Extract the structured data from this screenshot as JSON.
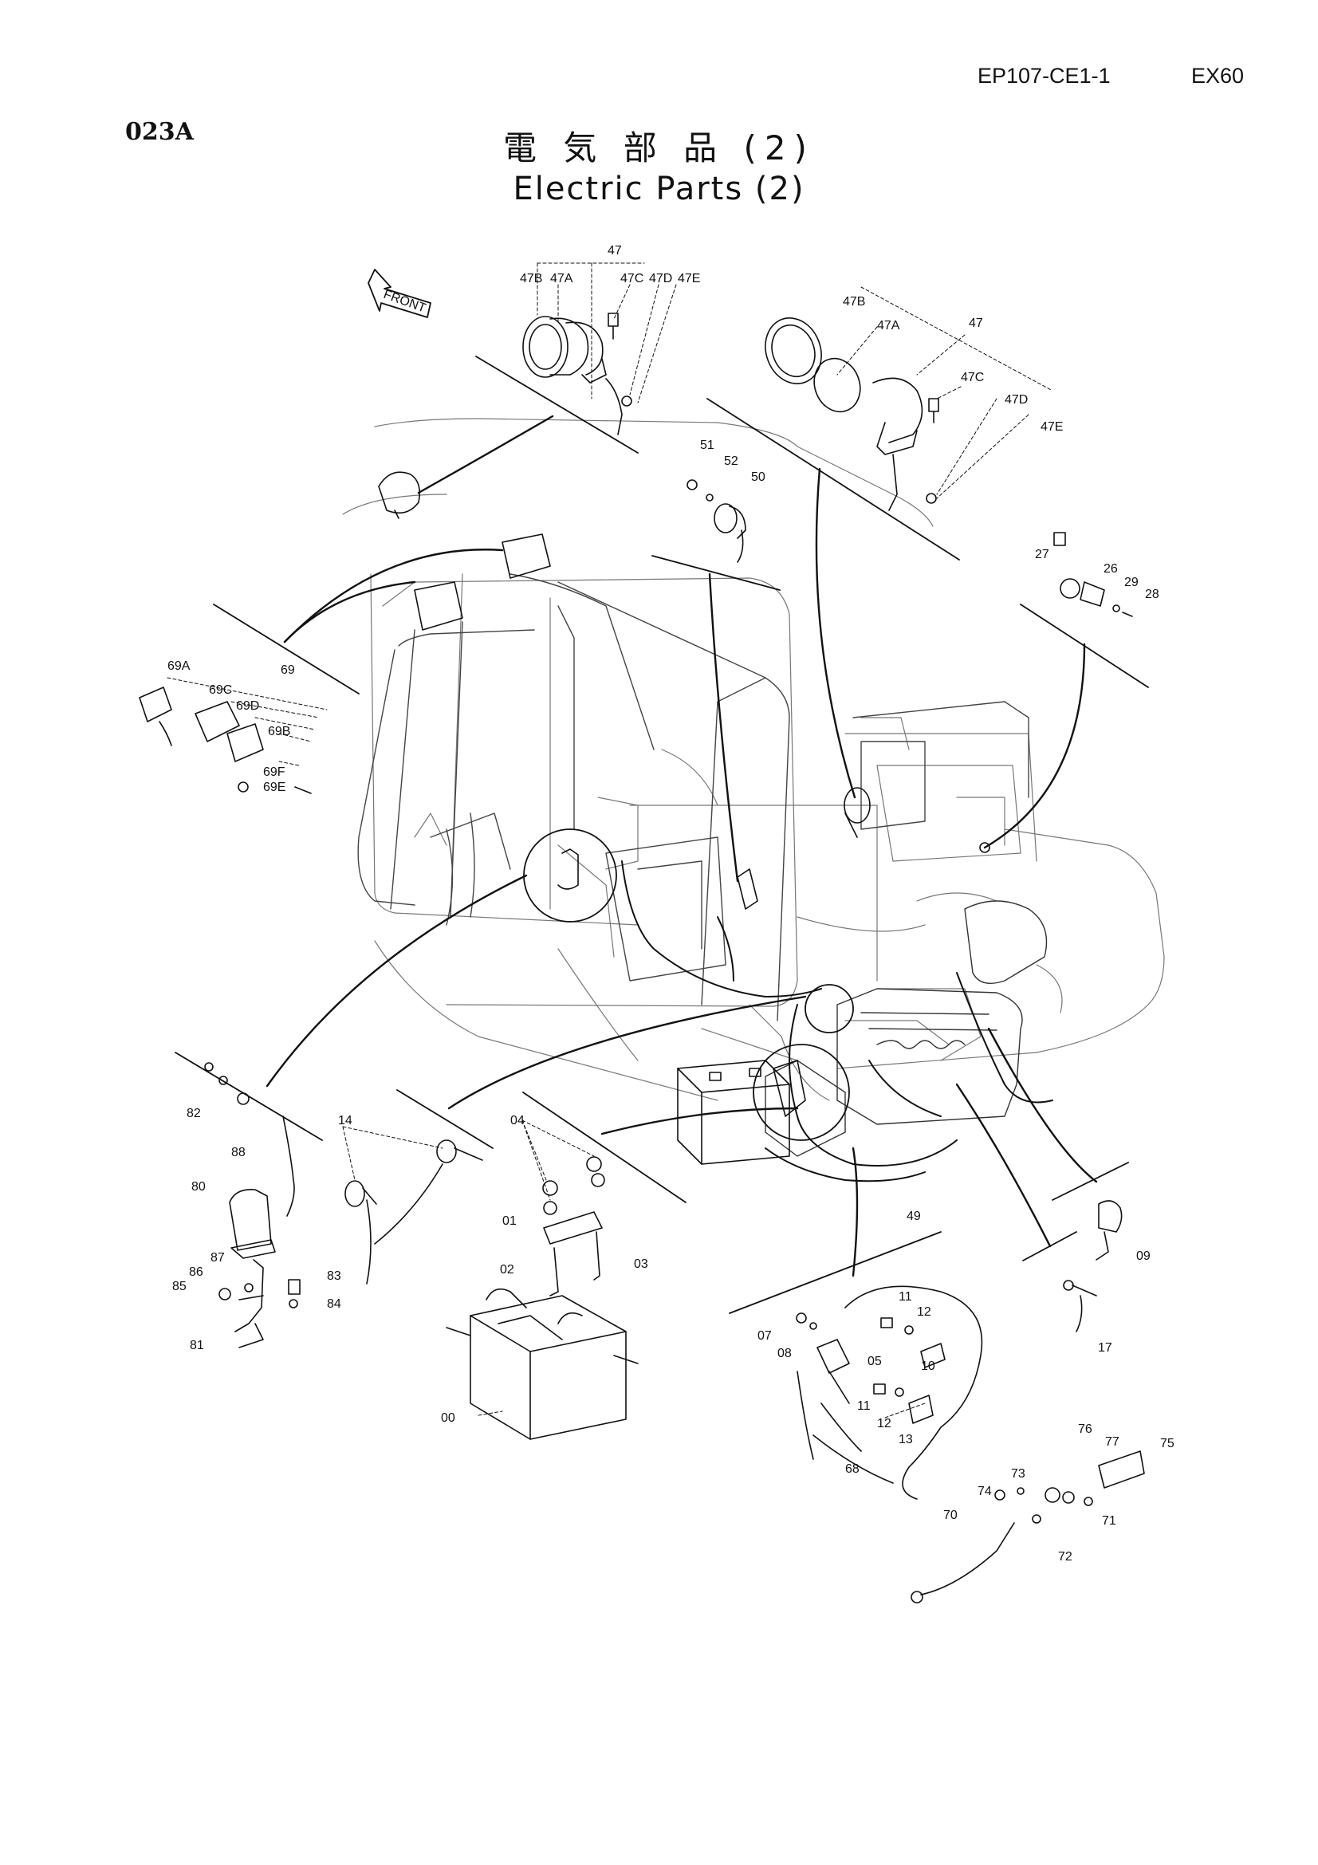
{
  "header": {
    "page_code": "023A",
    "doc_code": "EP107-CE1-1",
    "model": "EX60",
    "title_jp": "電 気 部 品 (2)",
    "title_en": "Electric Parts (2)"
  },
  "front_arrow": {
    "label": "FRONT"
  },
  "callouts": [
    {
      "id": "c-47-top",
      "label": "47"
    },
    {
      "id": "c-47b-top",
      "label": "47B"
    },
    {
      "id": "c-47a-top",
      "label": "47A"
    },
    {
      "id": "c-47c-top",
      "label": "47C"
    },
    {
      "id": "c-47d-top",
      "label": "47D"
    },
    {
      "id": "c-47e-top",
      "label": "47E"
    },
    {
      "id": "c-47b-r",
      "label": "47B"
    },
    {
      "id": "c-47a-r",
      "label": "47A"
    },
    {
      "id": "c-47-r",
      "label": "47"
    },
    {
      "id": "c-47c-r",
      "label": "47C"
    },
    {
      "id": "c-47d-r",
      "label": "47D"
    },
    {
      "id": "c-47e-r",
      "label": "47E"
    },
    {
      "id": "c-51",
      "label": "51"
    },
    {
      "id": "c-52",
      "label": "52"
    },
    {
      "id": "c-50",
      "label": "50"
    },
    {
      "id": "c-27",
      "label": "27"
    },
    {
      "id": "c-26",
      "label": "26"
    },
    {
      "id": "c-29",
      "label": "29"
    },
    {
      "id": "c-28",
      "label": "28"
    },
    {
      "id": "c-69a",
      "label": "69A"
    },
    {
      "id": "c-69",
      "label": "69"
    },
    {
      "id": "c-69c",
      "label": "69C"
    },
    {
      "id": "c-69d",
      "label": "69D"
    },
    {
      "id": "c-69b",
      "label": "69B"
    },
    {
      "id": "c-69f",
      "label": "69F"
    },
    {
      "id": "c-69e",
      "label": "69E"
    },
    {
      "id": "c-82",
      "label": "82"
    },
    {
      "id": "c-88",
      "label": "88"
    },
    {
      "id": "c-80",
      "label": "80"
    },
    {
      "id": "c-87",
      "label": "87"
    },
    {
      "id": "c-86",
      "label": "86"
    },
    {
      "id": "c-85",
      "label": "85"
    },
    {
      "id": "c-83",
      "label": "83"
    },
    {
      "id": "c-84",
      "label": "84"
    },
    {
      "id": "c-81",
      "label": "81"
    },
    {
      "id": "c-14",
      "label": "14"
    },
    {
      "id": "c-04",
      "label": "04"
    },
    {
      "id": "c-01",
      "label": "01"
    },
    {
      "id": "c-02",
      "label": "02"
    },
    {
      "id": "c-03",
      "label": "03"
    },
    {
      "id": "c-00",
      "label": "00"
    },
    {
      "id": "c-49",
      "label": "49"
    },
    {
      "id": "c-09",
      "label": "09"
    },
    {
      "id": "c-17",
      "label": "17"
    },
    {
      "id": "c-11a",
      "label": "11"
    },
    {
      "id": "c-12a",
      "label": "12"
    },
    {
      "id": "c-07",
      "label": "07"
    },
    {
      "id": "c-08",
      "label": "08"
    },
    {
      "id": "c-05",
      "label": "05"
    },
    {
      "id": "c-10",
      "label": "10"
    },
    {
      "id": "c-11b",
      "label": "11"
    },
    {
      "id": "c-12b",
      "label": "12"
    },
    {
      "id": "c-13",
      "label": "13"
    },
    {
      "id": "c-68",
      "label": "68"
    },
    {
      "id": "c-76",
      "label": "76"
    },
    {
      "id": "c-77",
      "label": "77"
    },
    {
      "id": "c-75",
      "label": "75"
    },
    {
      "id": "c-73",
      "label": "73"
    },
    {
      "id": "c-74",
      "label": "74"
    },
    {
      "id": "c-71",
      "label": "71"
    },
    {
      "id": "c-70",
      "label": "70"
    },
    {
      "id": "c-72",
      "label": "72"
    }
  ]
}
